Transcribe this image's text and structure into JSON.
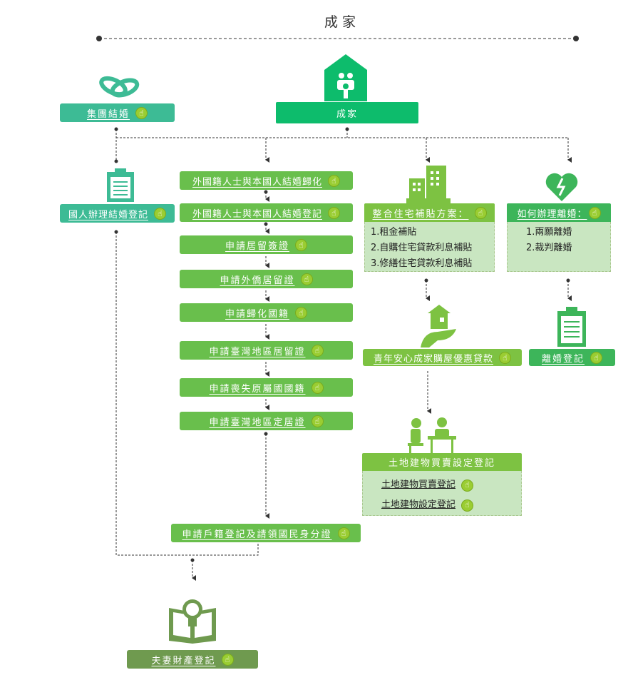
{
  "title": "成家",
  "colors": {
    "teal": "#3dbb95",
    "main_green": "#0dbc6c",
    "mid_green": "#69bf4c",
    "light_green": "#c9e6c1",
    "divorce_green": "#3db55a",
    "olive": "#6f9a4f"
  },
  "group_wedding": {
    "label": "集團結婚",
    "icon": "wedding-rings-icon"
  },
  "family": {
    "label": "成家",
    "icon": "family-house-icon"
  },
  "domestic_marriage": {
    "label": "國人辦理結婚登記",
    "icon": "clipboard-icon"
  },
  "foreign_steps": [
    "外國籍人士與本國人結婚歸化",
    "外國籍人士與本國人結婚登記",
    "申請居留簽證",
    "申請外僑居留證",
    "申請歸化國籍",
    "申請臺灣地區居留證",
    "申請喪失原屬國國籍",
    "申請臺灣地區定居證"
  ],
  "household_registration": "申請戶籍登記及請領國民身分證",
  "property_registration": {
    "label": "夫妻財產登記",
    "icon": "book-lightbulb-icon"
  },
  "housing": {
    "header": "整合住宅補貼方案：",
    "items": [
      "1.租金補貼",
      "2.自購住宅貸款利息補貼",
      "3.修繕住宅貸款利息補貼"
    ],
    "icon": "buildings-icon"
  },
  "youth_loan": {
    "label": "青年安心成家購屋優惠貸款",
    "icon": "hand-house-icon"
  },
  "land": {
    "header": "土地建物買賣設定登記",
    "items": [
      "土地建物買賣登記",
      "土地建物設定登記"
    ],
    "icon": "meeting-icon"
  },
  "divorce": {
    "header": "如何辦理離婚：",
    "items": [
      "1.兩願離婚",
      "2.裁判離婚"
    ],
    "icon": "broken-heart-icon"
  },
  "divorce_registration": {
    "label": "離婚登記",
    "icon": "clipboard-icon"
  }
}
